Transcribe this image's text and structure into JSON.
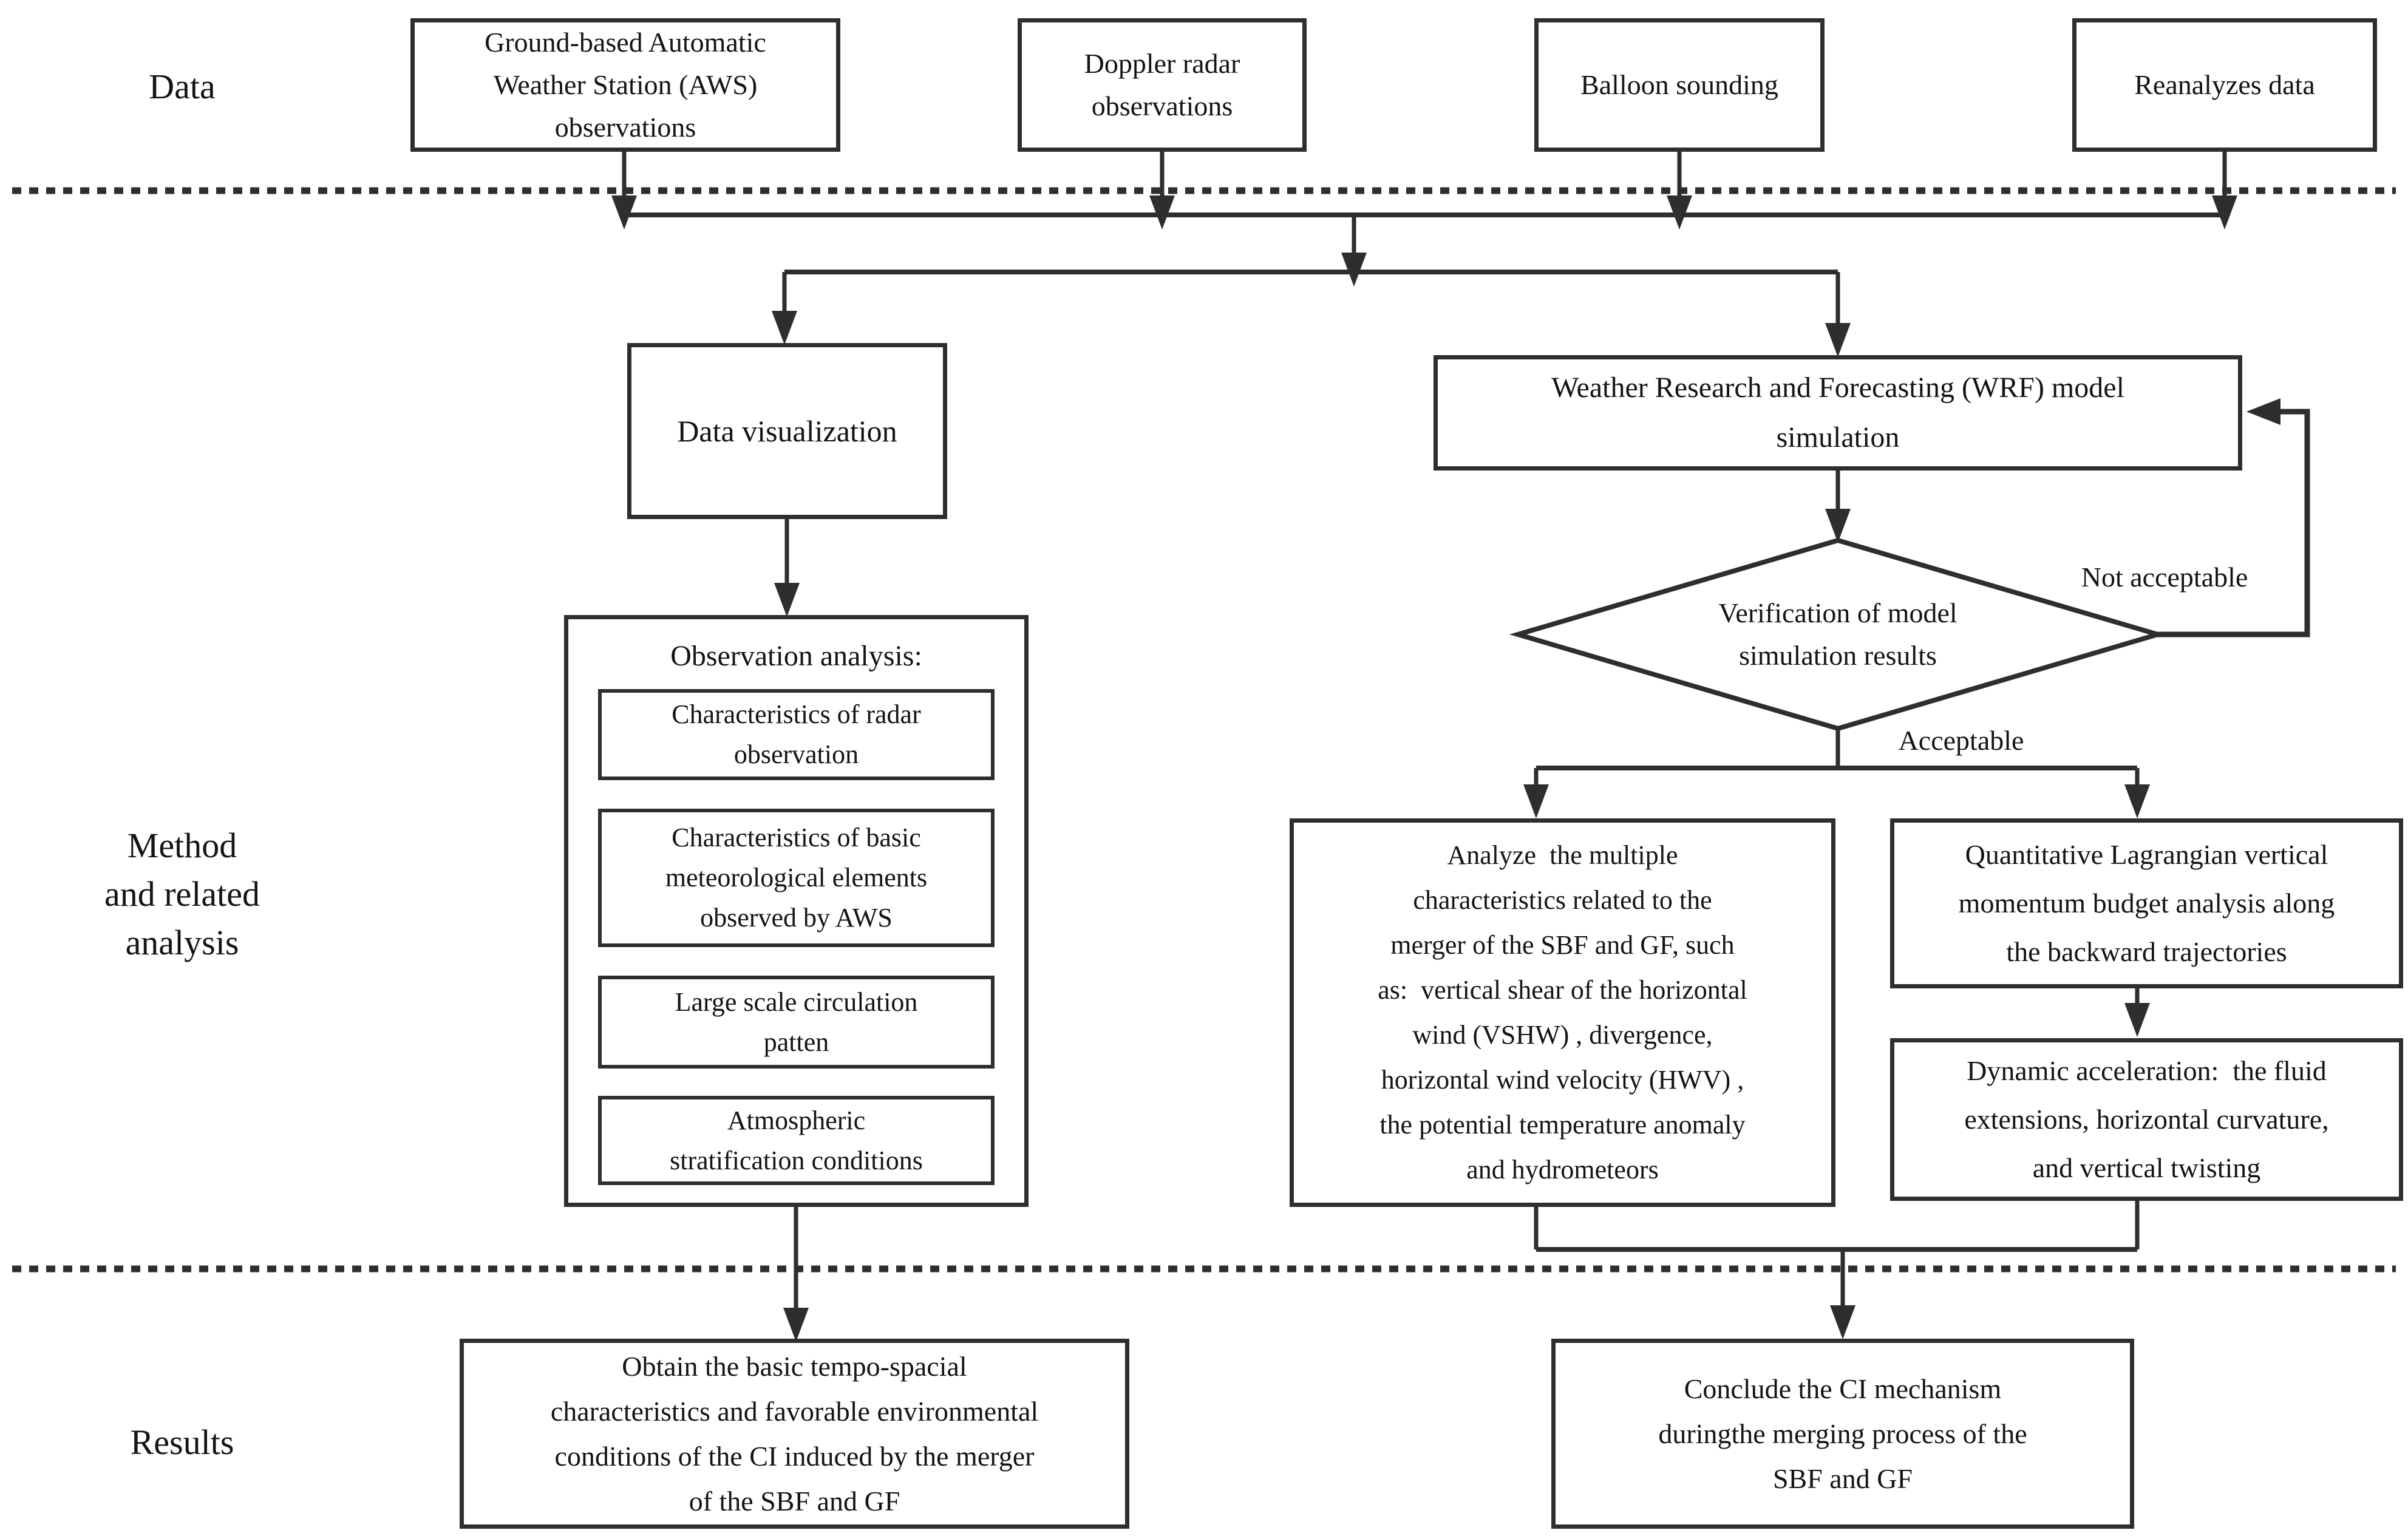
{
  "title": "Research methodology flowchart",
  "colors": {
    "stroke": "#2e2e2e",
    "text": "#141414",
    "background": "#ffffff"
  },
  "sections": {
    "data_label": "Data",
    "method_label": "Method\nand related\nanalysis",
    "results_label": "Results"
  },
  "data_sources": [
    {
      "label": "Ground-based Automatic\nWeather Station (AWS)\nobservations"
    },
    {
      "label": "Doppler radar\nobservations"
    },
    {
      "label": "Balloon sounding"
    },
    {
      "label": "Reanalyzes data"
    }
  ],
  "method": {
    "data_visualization": "Data visualization",
    "wrf": "Weather Research and Forecasting (WRF) model\nsimulation",
    "verification": "Verification of model\nsimulation results",
    "not_acceptable": "Not acceptable",
    "acceptable": "Acceptable",
    "observation_analysis": {
      "title": "Observation analysis:",
      "items": [
        "Characteristics of radar\nobservation",
        "Characteristics of basic\nmeteorological elements\nobserved by AWS",
        "Large scale circulation\npatten",
        "Atmospheric\nstratification conditions"
      ]
    },
    "analyze": "Analyze  the multiple\ncharacteristics related to the\nmerger of the SBF and GF, such\nas:  vertical shear of the horizontal\nwind (VSHW) , divergence,\nhorizontal wind velocity (HWV) ,\nthe potential temperature anomaly\nand hydrometeors",
    "lagrangian": "Quantitative Lagrangian vertical\nmomentum budget analysis along\nthe backward trajectories",
    "dynamic": "Dynamic acceleration:  the fluid\nextensions, horizontal curvature,\nand vertical twisting"
  },
  "results": {
    "obtain": "Obtain the basic tempo-spacial\ncharacteristics and favorable environmental\nconditions of the CI induced by the merger\nof the SBF and GF",
    "conclude": "Conclude the CI mechanism\nduringthe merging process of the\nSBF and GF"
  }
}
